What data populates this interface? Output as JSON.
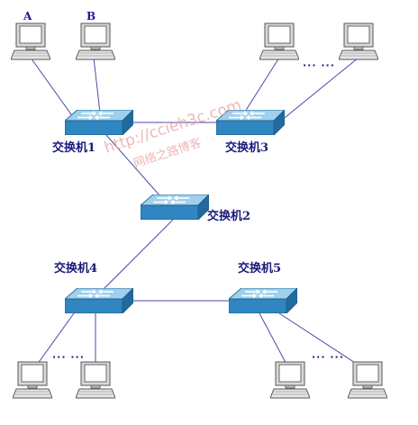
{
  "switches": [
    {
      "id": "sw1",
      "label": "交换机1"
    },
    {
      "id": "sw2",
      "label": "交换机2"
    },
    {
      "id": "sw3",
      "label": "交换机3"
    },
    {
      "id": "sw4",
      "label": "交换机4"
    },
    {
      "id": "sw5",
      "label": "交换机5"
    }
  ],
  "pc_labels": {
    "a": "A",
    "b": "B"
  },
  "ellipsis": "··· ···",
  "watermark": {
    "line1": "http://ccieh3c.com",
    "line2": "网络之路博客"
  },
  "colors": {
    "link": "#4a4aa8",
    "switch_top": "#8fc6e8",
    "switch_side": "#2d7fb8",
    "label": "#1a1a7a"
  }
}
